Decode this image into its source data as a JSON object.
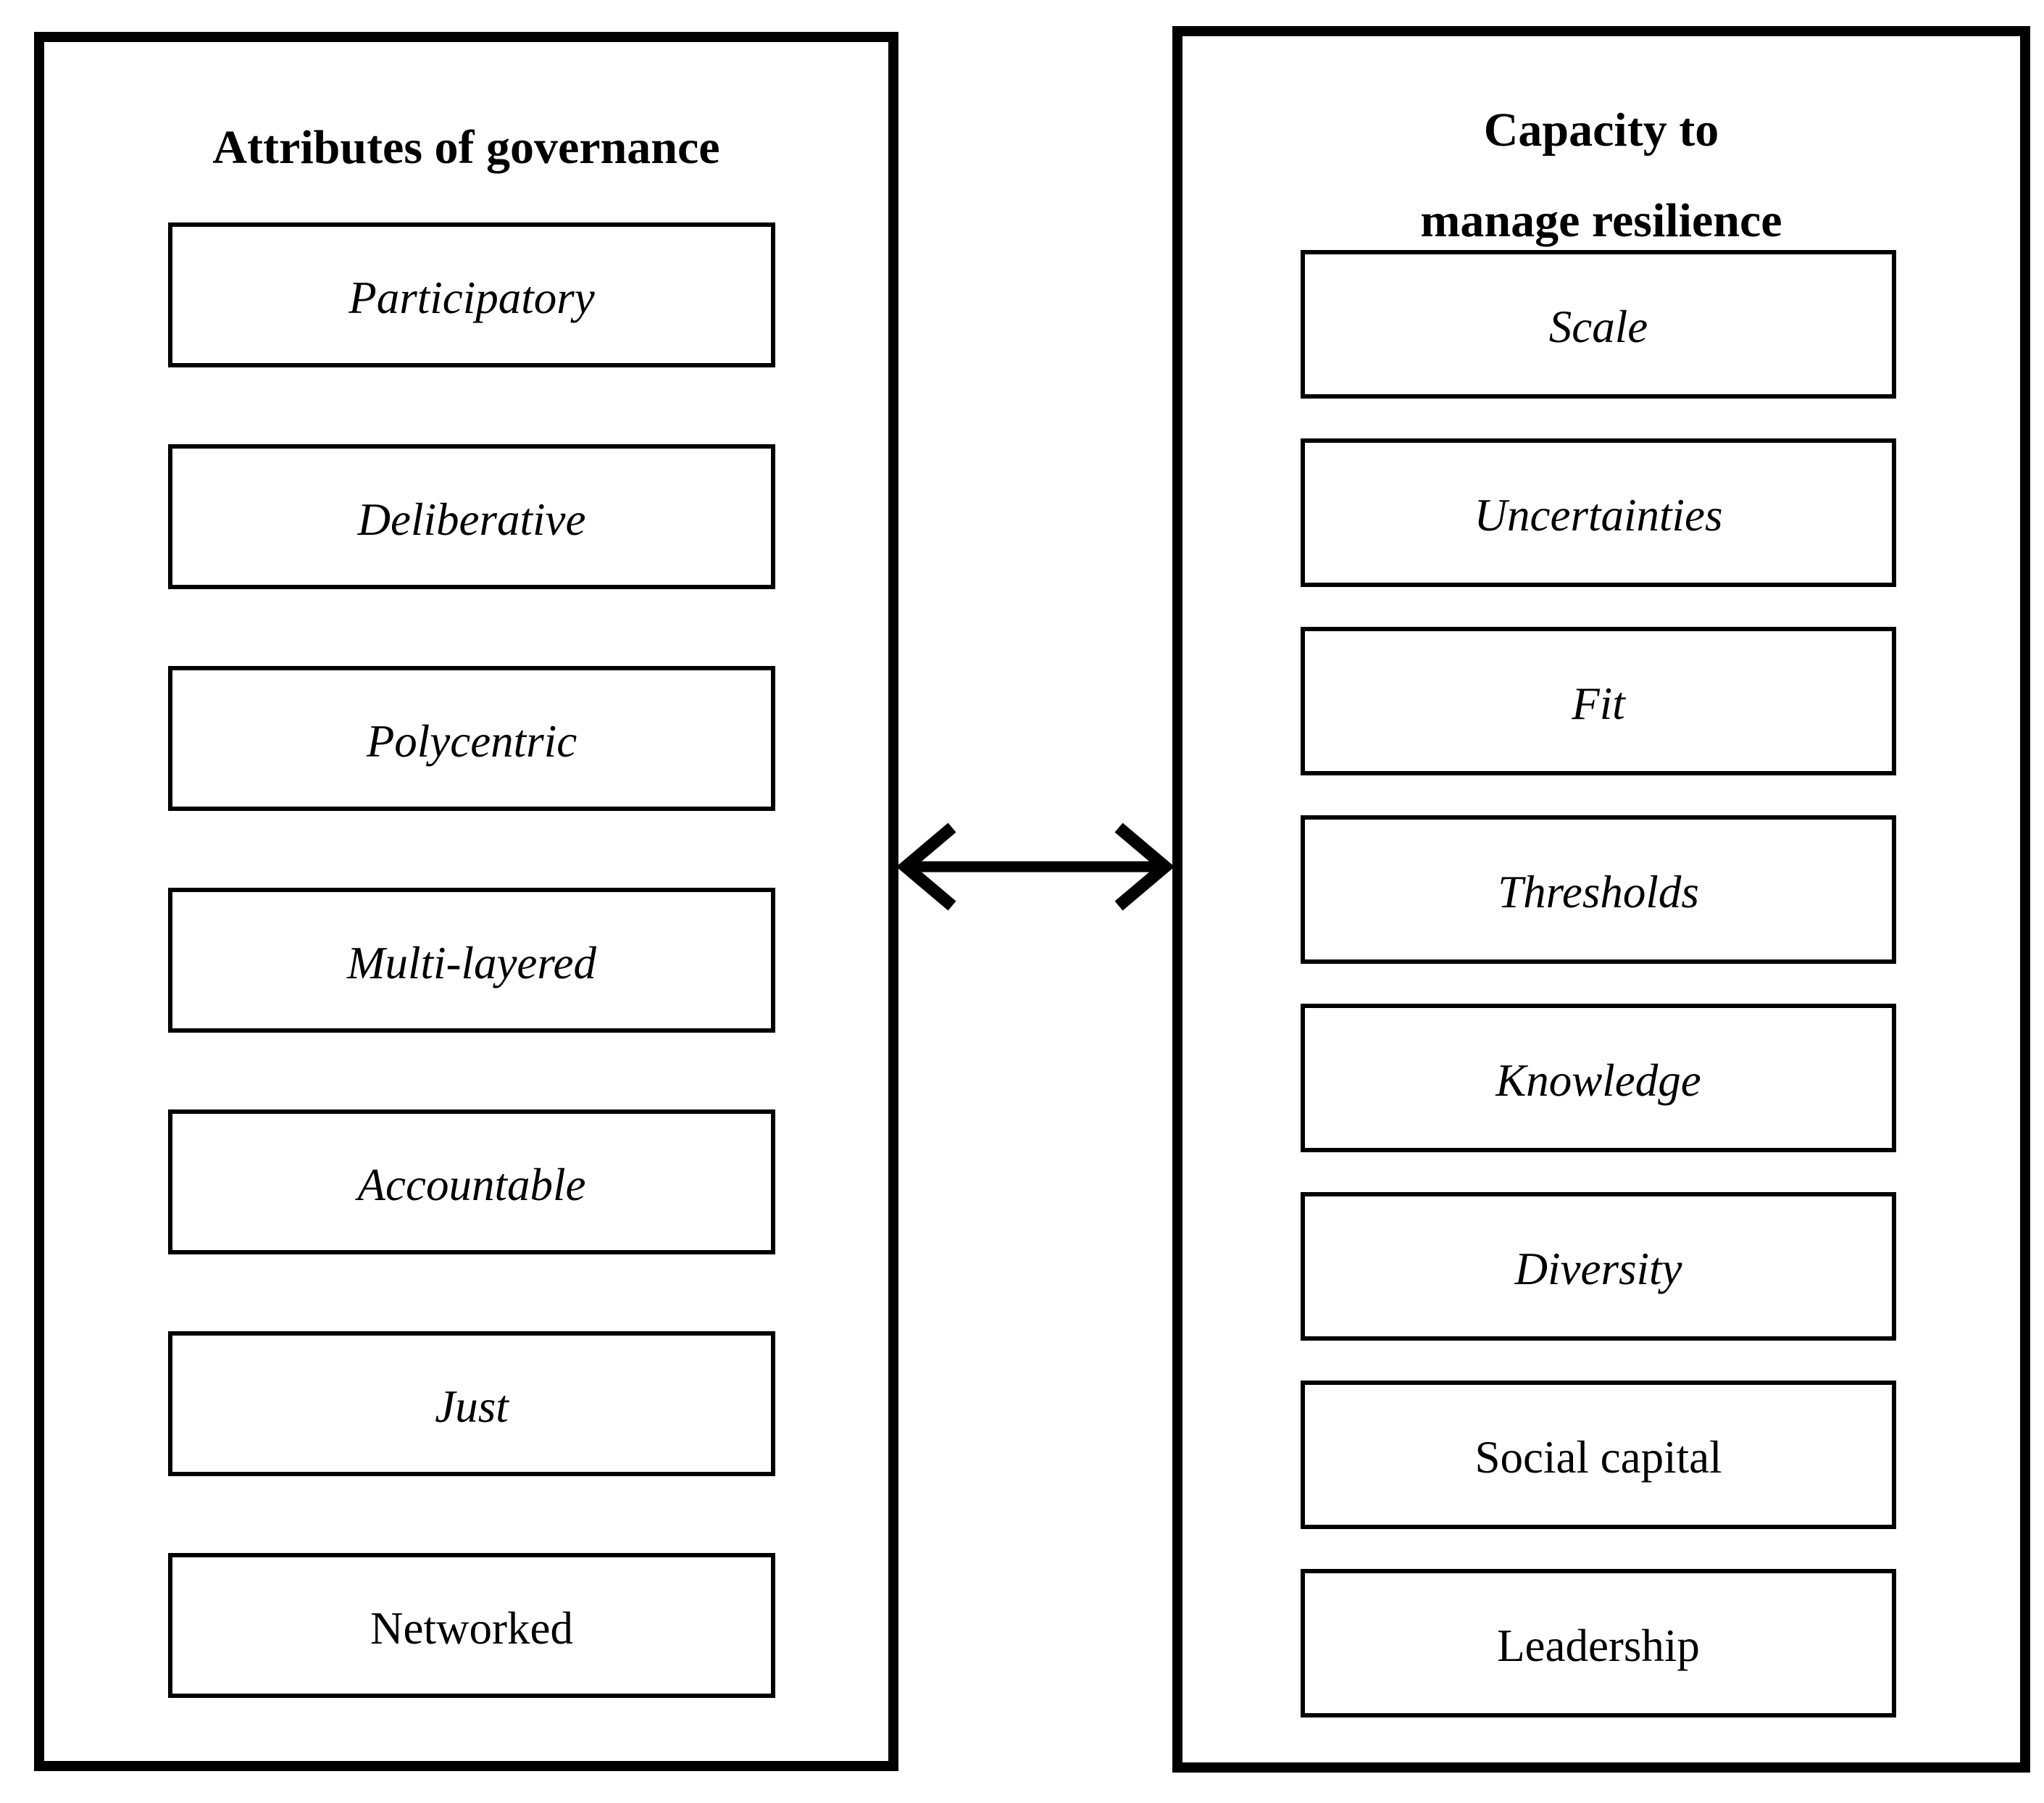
{
  "left_panel": {
    "title": "Attributes of governance",
    "items": [
      {
        "label": "Participatory",
        "font_style": "italic"
      },
      {
        "label": "Deliberative",
        "font_style": "italic"
      },
      {
        "label": "Polycentric",
        "font_style": "italic"
      },
      {
        "label": "Multi-layered",
        "font_style": "italic"
      },
      {
        "label": "Accountable",
        "font_style": "italic"
      },
      {
        "label": "Just",
        "font_style": "italic"
      },
      {
        "label": "Networked",
        "font_style": "normal"
      }
    ]
  },
  "right_panel": {
    "title": "Capacity to\nmanage resilience",
    "title_lines": [
      "Capacity to",
      "manage resilience"
    ],
    "items": [
      {
        "label": "Scale",
        "font_style": "italic"
      },
      {
        "label": "Uncertainties",
        "font_style": "italic"
      },
      {
        "label": "Fit",
        "font_style": "italic"
      },
      {
        "label": "Thresholds",
        "font_style": "italic"
      },
      {
        "label": "Knowledge",
        "font_style": "italic"
      },
      {
        "label": "Diversity",
        "font_style": "italic"
      },
      {
        "label": "Social capital",
        "font_style": "normal"
      },
      {
        "label": "Leadership",
        "font_style": "normal"
      }
    ]
  },
  "connector": {
    "type": "double-headed-arrow"
  },
  "colors": {
    "foreground": "#000000",
    "background": "#ffffff"
  }
}
